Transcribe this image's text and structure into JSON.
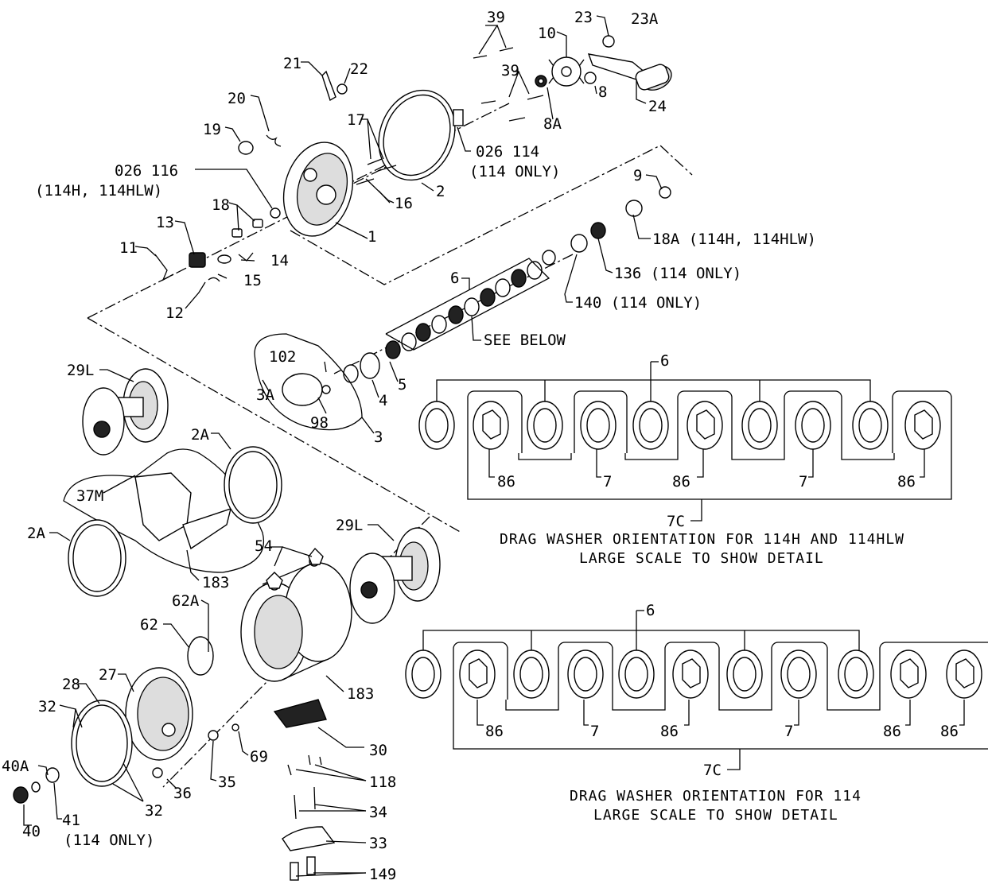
{
  "labels": {
    "p39a": "39",
    "p23": "23",
    "p23a": "23A",
    "p10": "10",
    "p8": "8",
    "p24": "24",
    "p39b": "39",
    "p8a": "8A",
    "p21": "21",
    "p22": "22",
    "p20": "20",
    "p17": "17",
    "p19": "19",
    "p026_114": "026 114",
    "p114_only_a": "(114 ONLY)",
    "p026_116": "026 116",
    "p114h_hlw_a": "(114H, 114HLW)",
    "p2": "2",
    "p16": "16",
    "p18": "18",
    "p13": "13",
    "p1": "1",
    "p9": "9",
    "p11": "11",
    "p14": "14",
    "p15": "15",
    "p12": "12",
    "p18a": "18A (114H, 114HLW)",
    "p136": "136 (114 ONLY)",
    "p140": "140 (114 ONLY)",
    "p6a": "6",
    "see_below": "SEE BELOW",
    "p102": "102",
    "p3a": "3A",
    "p98": "98",
    "p4": "4",
    "p5": "5",
    "p3": "3",
    "p29l_top": "29L",
    "p2a_top": "2A",
    "p37m": "37M",
    "p2a_left": "2A",
    "p183_a": "183",
    "p54": "54",
    "p29l_mid": "29L",
    "p62a": "62A",
    "p62": "62",
    "p183_b": "183",
    "p28": "28",
    "p27": "27",
    "p32a": "32",
    "p32b": "32",
    "p40a": "40A",
    "p40": "40",
    "p41": "41",
    "p114_only_b": "(114 ONLY)",
    "p36": "36",
    "p35": "35",
    "p69": "69",
    "p30": "30",
    "p118": "118",
    "p34": "34",
    "p33": "33",
    "p149": "149"
  },
  "detail_top": {
    "part_label": "6",
    "washers": [
      "86",
      "7",
      "86",
      "7",
      "86"
    ],
    "group_label": "7C",
    "caption_line1": "DRAG WASHER ORIENTATION FOR 114H AND 114HLW",
    "caption_line2": "LARGE SCALE TO SHOW DETAIL"
  },
  "detail_bottom": {
    "part_label": "6",
    "washers": [
      "86",
      "7",
      "86",
      "7",
      "86",
      "86"
    ],
    "group_label": "7C",
    "caption_line1": "DRAG WASHER ORIENTATION FOR 114",
    "caption_line2": "LARGE SCALE TO SHOW DETAIL"
  }
}
